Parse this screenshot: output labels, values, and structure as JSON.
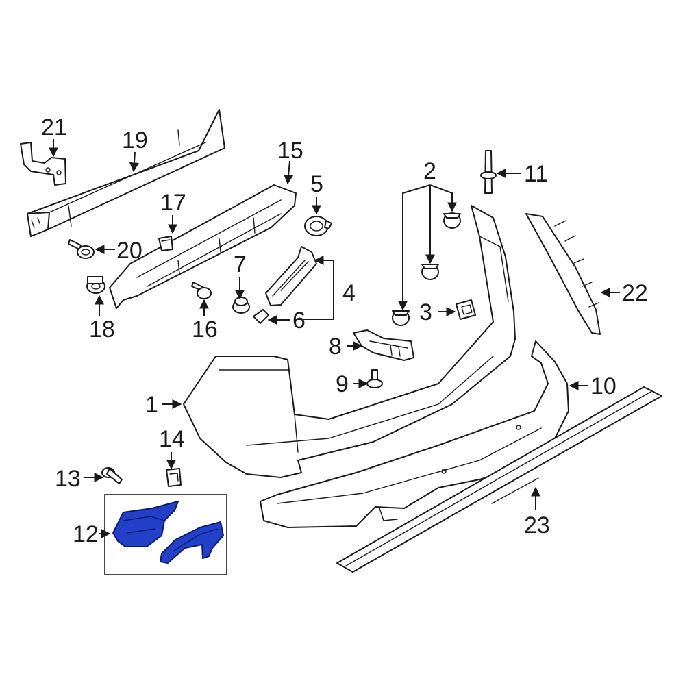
{
  "callouts": {
    "c1": "1",
    "c2": "2",
    "c3": "3",
    "c4": "4",
    "c5": "5",
    "c6": "6",
    "c7": "7",
    "c8": "8",
    "c9": "9",
    "c10": "10",
    "c11": "11",
    "c12": "12",
    "c13": "13",
    "c14": "14",
    "c15": "15",
    "c16": "16",
    "c17": "17",
    "c18": "18",
    "c19": "19",
    "c20": "20",
    "c21": "21",
    "c22": "22",
    "c23": "23"
  },
  "highlighted_part": "12",
  "colors": {
    "highlight": "#2340c8",
    "line": "#1a1a1a"
  }
}
